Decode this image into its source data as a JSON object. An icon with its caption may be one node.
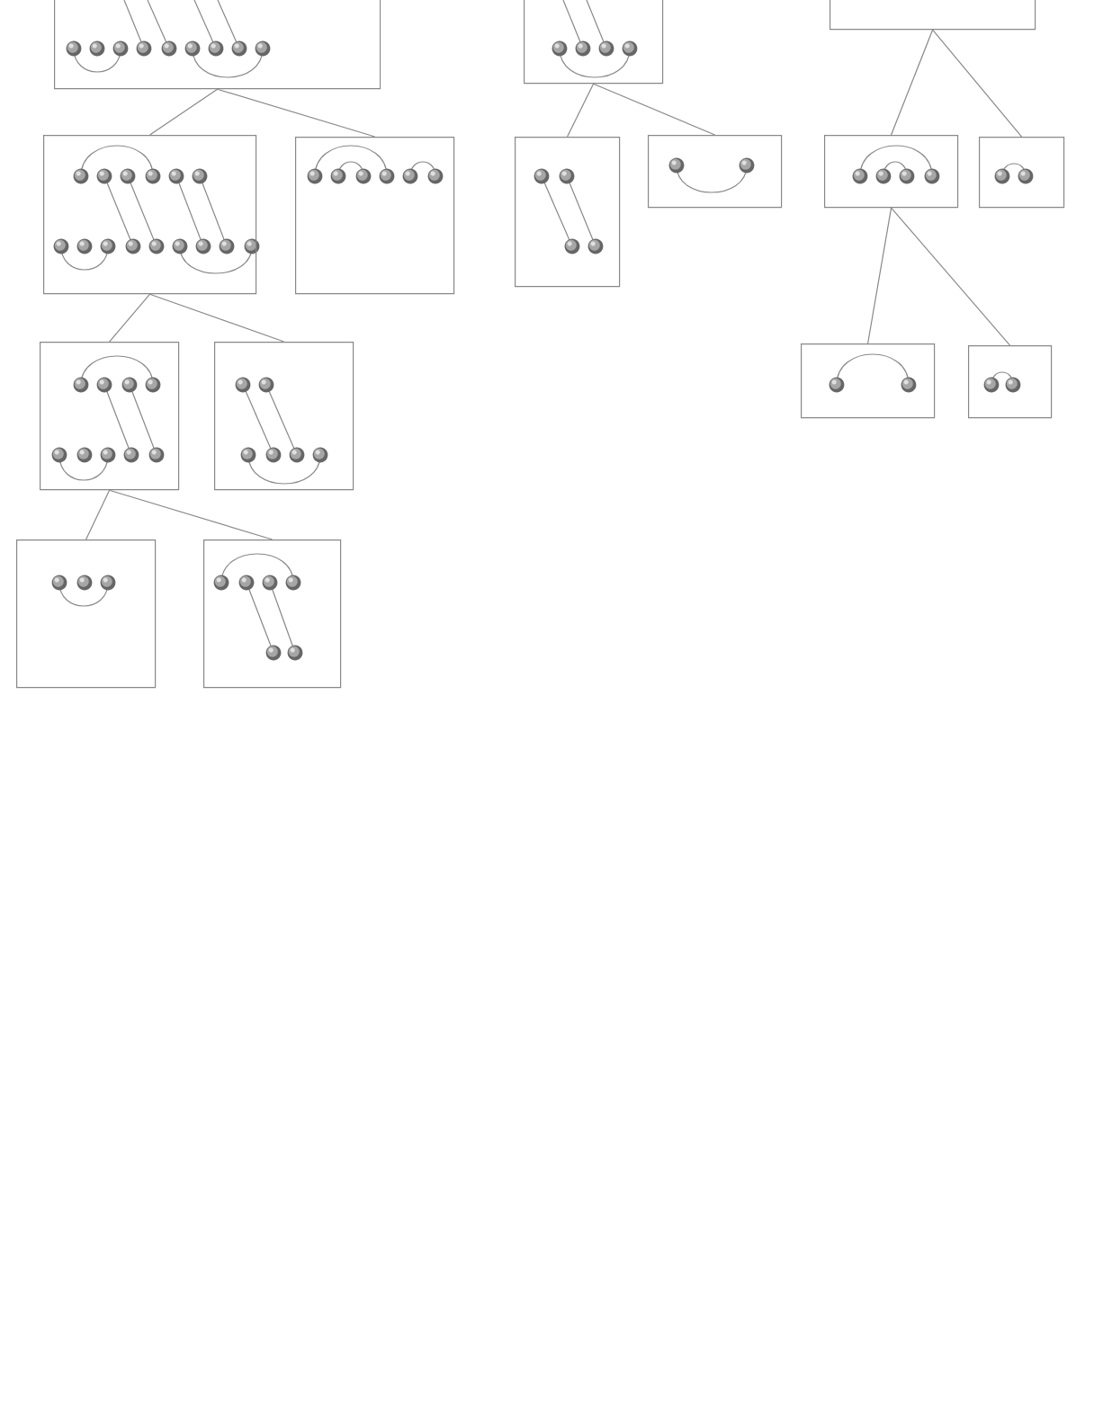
{
  "diagram": {
    "nodes": [
      {
        "text": [],
        "shape": "box"
      },
      {
        "text": [],
        "shape": "box"
      },
      {
        "text": [],
        "shape": "box"
      },
      {
        "text": [],
        "shape": "box"
      },
      {
        "text": [],
        "shape": "box"
      },
      {
        "text": [],
        "shape": "box"
      },
      {
        "text": [],
        "shape": "box"
      },
      {
        "text": [],
        "shape": "box"
      },
      {
        "text": [],
        "shape": "box"
      },
      {
        "text": [],
        "shape": "box"
      },
      {
        "text": [],
        "shape": "box"
      },
      {
        "text": [],
        "shape": "box"
      },
      {
        "text": [],
        "shape": "box"
      },
      {
        "text": [],
        "shape": "box"
      },
      {
        "text": [],
        "shape": "box"
      }
    ],
    "edges": [
      {
        "from": 0,
        "to": 3,
        "arrow": "none"
      },
      {
        "from": 0,
        "to": 4,
        "arrow": "none"
      },
      {
        "from": 1,
        "to": 5,
        "arrow": "none"
      },
      {
        "from": 1,
        "to": 6,
        "arrow": "none"
      },
      {
        "from": 2,
        "to": 7,
        "arrow": "none"
      },
      {
        "from": 2,
        "to": 8,
        "arrow": "none"
      },
      {
        "from": 3,
        "to": 9,
        "arrow": "none"
      },
      {
        "from": 3,
        "to": 10,
        "arrow": "none"
      },
      {
        "from": 7,
        "to": 11,
        "arrow": "none"
      },
      {
        "from": 7,
        "to": 12,
        "arrow": "none"
      },
      {
        "from": 9,
        "to": 13,
        "arrow": "none"
      },
      {
        "from": 9,
        "to": 14,
        "arrow": "none"
      }
    ]
  }
}
